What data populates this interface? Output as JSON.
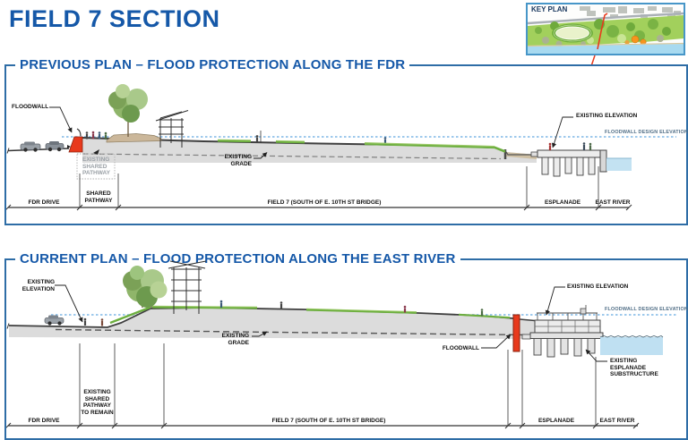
{
  "title": "FIELD 7 SECTION",
  "key_plan": {
    "title": "KEY PLAN"
  },
  "colors": {
    "heading_blue": "#1558a8",
    "box_border_blue": "#2e6da6",
    "floodwall_red": "#e8391c",
    "design_elevation_blue": "#7fb7e6",
    "ground_gray": "#dcdcdc",
    "grass_green": "#6daf3f",
    "water_blue": "#bfe0f2"
  },
  "previous_plan": {
    "title": "PREVIOUS PLAN – FLOOD PROTECTION ALONG THE FDR",
    "callouts": {
      "floodwall": "FLOODWALL",
      "existing_shared_pathway": "EXISTING SHARED PATHWAY",
      "existing_grade": "EXISTING GRADE",
      "existing_elevation": "EXISTING ELEVATION",
      "floodwall_design_elevation": "FLOODWALL DESIGN ELEVATION"
    },
    "dimensions": {
      "fdr_drive": "FDR DRIVE",
      "shared_pathway": "SHARED PATHWAY",
      "field7": "FIELD 7 (SOUTH OF E. 10TH ST BRIDGE)",
      "esplanade": "ESPLANADE",
      "east_river": "EAST RIVER"
    }
  },
  "current_plan": {
    "title": "CURRENT PLAN – FLOOD PROTECTION ALONG THE EAST RIVER",
    "callouts": {
      "existing_elevation_left": "EXISTING ELEVATION",
      "existing_grade": "EXISTING GRADE",
      "floodwall": "FLOODWALL",
      "existing_elevation_right": "EXISTING ELEVATION",
      "floodwall_design_elevation": "FLOODWALL DESIGN ELEVATION",
      "existing_esplanade_substructure": "EXISTING ESPLANADE SUBSTRUCTURE"
    },
    "dimensions": {
      "fdr_drive": "FDR DRIVE",
      "existing_shared_pathway_to_remain": "EXISTING SHARED PATHWAY TO REMAIN",
      "field7": "FIELD 7 (SOUTH OF E. 10TH ST BRIDGE)",
      "esplanade": "ESPLANADE",
      "east_river": "EAST RIVER"
    }
  }
}
